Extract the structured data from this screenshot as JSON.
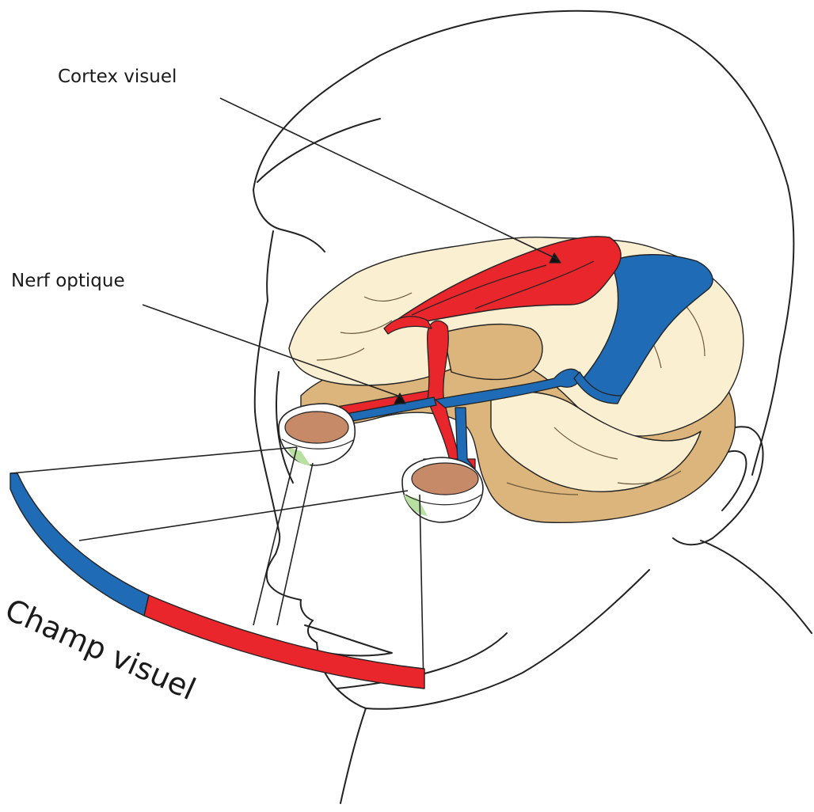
{
  "labels": {
    "cortex": "Cortex visuel",
    "nerf": "Nerf optique",
    "champ": "Champ visuel"
  },
  "colors": {
    "left_pathway": "#e8262c",
    "right_pathway": "#1f6bb5",
    "brain_light": "#fbefd2",
    "brain_dark": "#dcb57c",
    "eye_iris": "#c68a69",
    "lens_green": "#b8e0a0",
    "outline": "#222222"
  }
}
